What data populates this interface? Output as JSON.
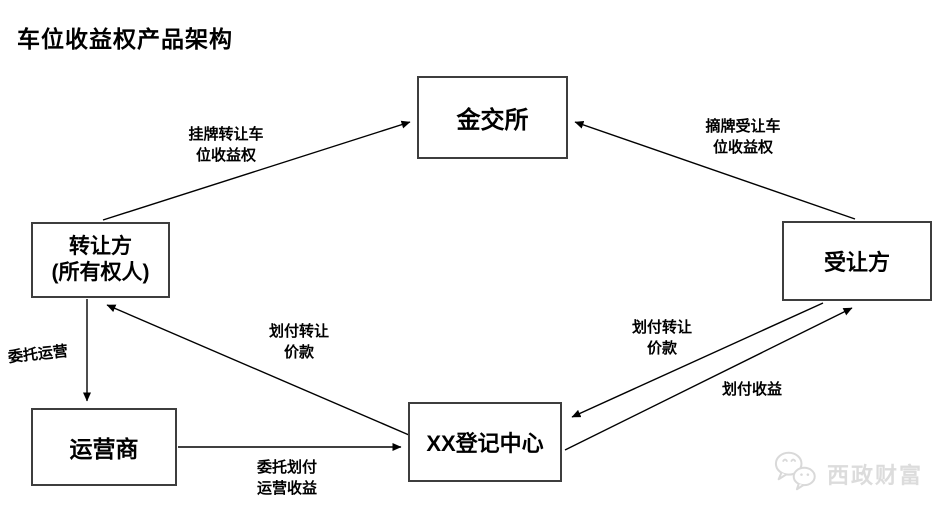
{
  "title": "车位收益权产品架构",
  "nodes": {
    "exchange": {
      "label": "金交所"
    },
    "transferor": {
      "line1": "转让方",
      "line2": "(所有权人)"
    },
    "transferee": {
      "label": "受让方"
    },
    "operator": {
      "label": "运营商"
    },
    "registry": {
      "label": "XX登记中心"
    }
  },
  "edges": {
    "listing": {
      "label": "挂牌转让车位收益权",
      "from": "转让方(所有权人)",
      "to": "金交所"
    },
    "delisting": {
      "label": "摘牌受让车位收益权",
      "from": "受让方",
      "to": "金交所"
    },
    "entrust_operation": {
      "label": "委托运营",
      "from": "转让方(所有权人)",
      "to": "运营商"
    },
    "pay_transfer_price_to_transferor": {
      "label": "划付转让价款",
      "from": "XX登记中心",
      "to": "转让方(所有权人)"
    },
    "entrust_pay_operating_income": {
      "label": "委托划付运营收益",
      "from": "运营商",
      "to": "XX登记中心"
    },
    "pay_transfer_price_from_transferee": {
      "label": "划付转让价款",
      "from": "受让方",
      "to": "XX登记中心"
    },
    "pay_income": {
      "label": "划付收益",
      "from": "XX登记中心",
      "to": "受让方"
    }
  },
  "watermark": {
    "text": "西政财富",
    "icon": "wechat-bubbles-icon"
  },
  "colors": {
    "background": "#ffffff",
    "line": "#000000",
    "box_border": "#3e3e3e",
    "text": "#000000",
    "watermark": "#dcdcdc"
  }
}
